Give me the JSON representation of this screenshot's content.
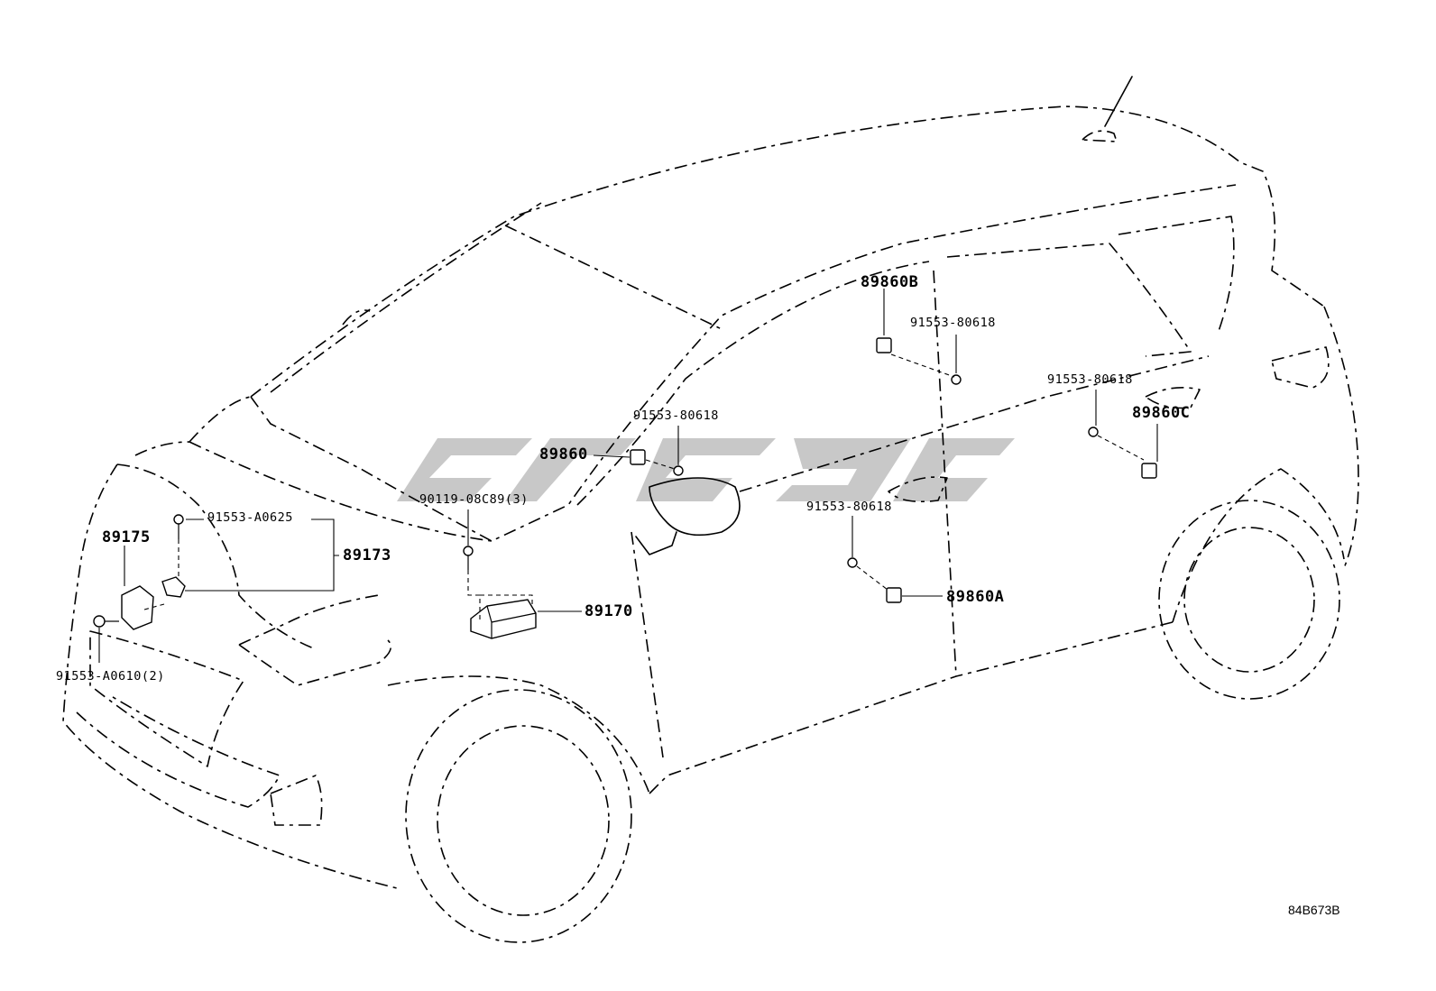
{
  "labels": {
    "p89860b": "89860B",
    "p91553_80618_b": "91553-80618",
    "p91553_80618_c": "91553-80618",
    "p89860c": "89860C",
    "p91553_80618_d": "91553-80618",
    "p89860": "89860",
    "p90119": "90119-08C89(3)",
    "p91553_a0625": "91553-A0625",
    "p89175": "89175",
    "p89173": "89173",
    "p91553_80618_a": "91553-80618",
    "p89860a": "89860A",
    "p89170": "89170",
    "p91553_a0610": "91553-A0610(2)"
  },
  "diagram_code": "84B673B",
  "colors": {
    "line": "#000000",
    "watermark": "#9a9a9a",
    "background": "#ffffff"
  }
}
